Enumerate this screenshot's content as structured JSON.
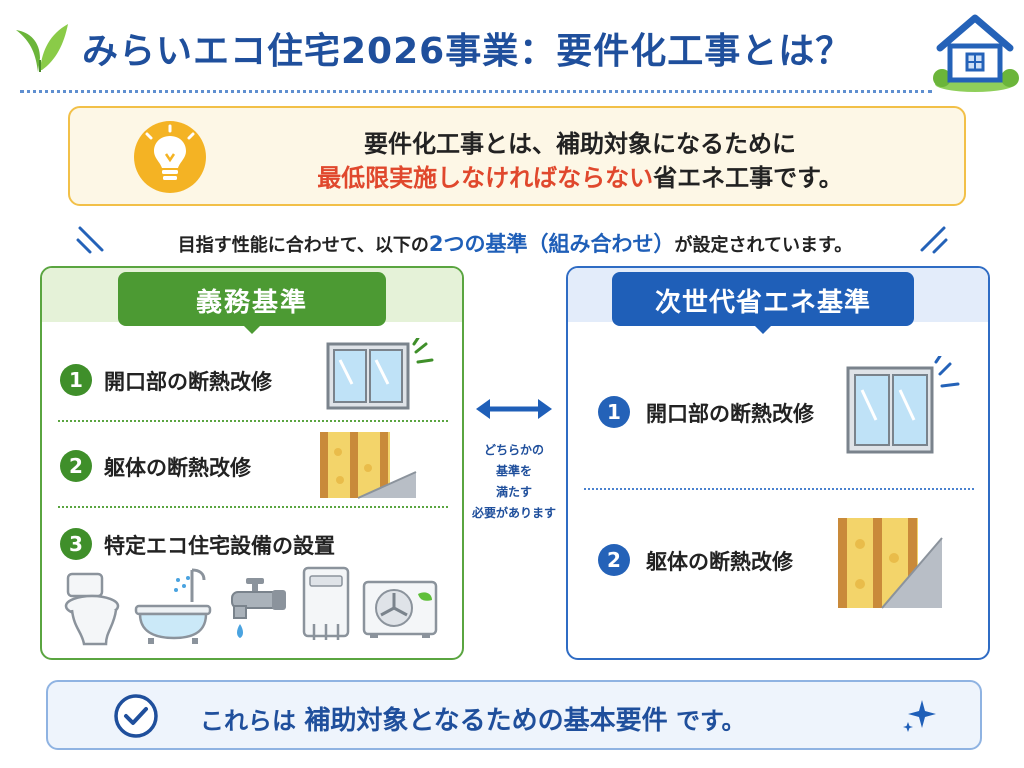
{
  "header": {
    "title": "みらいエコ住宅2026事業：要件化工事とは？"
  },
  "definition": {
    "line1": "要件化工事とは、補助対象になるために",
    "line2_highlight": "最低限実施しなければならない",
    "line2_rest": "省エネ工事です。"
  },
  "subline": {
    "before": "目指す性能に合わせて、以下の",
    "highlight": "2つの基準（組み合わせ）",
    "after": "が設定されています。"
  },
  "left_panel": {
    "title": "義務基準",
    "items": [
      {
        "number": "1",
        "label": "開口部の断熱改修"
      },
      {
        "number": "2",
        "label": "躯体の断熱改修"
      },
      {
        "number": "3",
        "label": "特定エコ住宅設備の設置"
      }
    ]
  },
  "middle": {
    "lines": [
      "どちらかの",
      "基準を",
      "満たす",
      "必要があります"
    ]
  },
  "right_panel": {
    "title": "次世代省エネ基準",
    "items": [
      {
        "number": "1",
        "label": "開口部の断熱改修"
      },
      {
        "number": "2",
        "label": "躯体の断熱改修"
      }
    ]
  },
  "footer": {
    "before": "これらは",
    "highlight": "補助対象となるための基本要件",
    "after": "です。"
  },
  "colors": {
    "title_blue": "#1f4f9c",
    "green": "#4c9a33",
    "blue": "#1f5fb8",
    "highlight_red": "#e0482d",
    "yellow_border": "#f2c048"
  },
  "icons": [
    "leaf-icon",
    "house-icon",
    "lightbulb-icon",
    "window-icon",
    "wall-insulation-icon",
    "toilet-icon",
    "bathtub-icon",
    "faucet-icon",
    "water-heater-icon",
    "air-conditioner-icon",
    "double-arrow-icon",
    "check-circle-icon",
    "sparkle-icon"
  ]
}
